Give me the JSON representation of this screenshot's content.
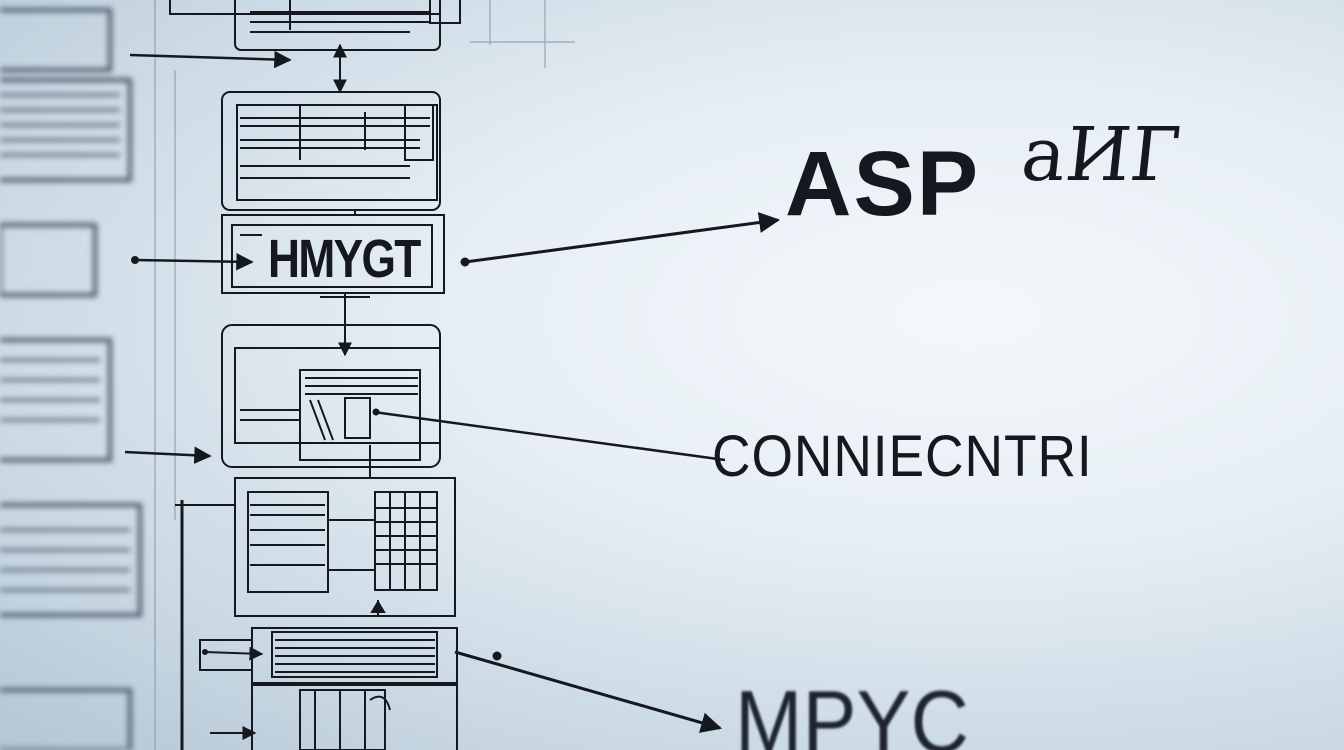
{
  "labels": {
    "asp": "ASP",
    "asp_suffix": "aИГ",
    "connection": "CONNIECNTRI",
    "mysql": "MPYC",
    "box_text": "HMYGT"
  },
  "colors": {
    "ink": "#15181e",
    "background_center": "#f4f8fb",
    "background_edge": "#b3c6d4",
    "blurred_ink": "#4a5866"
  }
}
